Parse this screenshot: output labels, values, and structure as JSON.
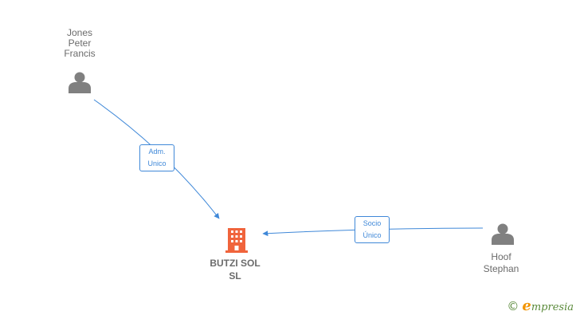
{
  "nodes": {
    "jones": {
      "lines": [
        "Jones",
        "Peter",
        "Francis"
      ]
    },
    "butzi": {
      "lines": [
        "BUTZI SOL",
        "SL"
      ]
    },
    "hoof": {
      "lines": [
        "Hoof",
        "Stephan"
      ]
    }
  },
  "edges": {
    "adm": {
      "lines": [
        "Adm.",
        "Unico"
      ]
    },
    "socio": {
      "lines": [
        "Socio",
        "Único"
      ]
    }
  },
  "watermark": {
    "symbol": "©",
    "first_letter": "e",
    "rest": "mpresia"
  },
  "colors": {
    "person_icon": "#808080",
    "company_icon": "#f0643c",
    "edge": "#3f88d8",
    "text": "#6b6b6b"
  }
}
